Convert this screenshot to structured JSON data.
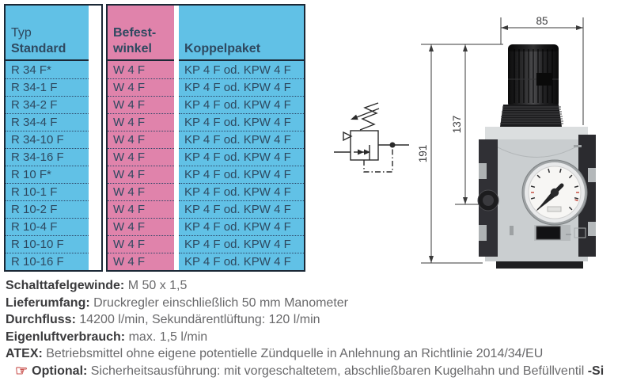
{
  "table": {
    "col1_header_line1": "Typ",
    "col1_header_line2": "Standard",
    "col2_header_line1": "Befest-",
    "col2_header_line2": "winkel",
    "col3_header": "Koppelpaket",
    "rows": [
      {
        "typ": "R 34 F*",
        "winkel": "W 4 F",
        "koppel": "KP 4 F od. KPW 4 F"
      },
      {
        "typ": "R 34-1 F",
        "winkel": "W 4 F",
        "koppel": "KP 4 F od. KPW 4 F"
      },
      {
        "typ": "R 34-2 F",
        "winkel": "W 4 F",
        "koppel": "KP 4 F od. KPW 4 F"
      },
      {
        "typ": "R 34-4 F",
        "winkel": "W 4 F",
        "koppel": "KP 4 F od. KPW 4 F"
      },
      {
        "typ": "R 34-10 F",
        "winkel": "W 4 F",
        "koppel": "KP 4 F od. KPW 4 F"
      },
      {
        "typ": "R 34-16 F",
        "winkel": "W 4 F",
        "koppel": "KP 4 F od. KPW 4 F"
      },
      {
        "typ": "R 10 F*",
        "winkel": "W 4 F",
        "koppel": "KP 4 F od. KPW 4 F"
      },
      {
        "typ": "R 10-1 F",
        "winkel": "W 4 F",
        "koppel": "KP 4 F od. KPW 4 F"
      },
      {
        "typ": "R 10-2 F",
        "winkel": "W 4 F",
        "koppel": "KP 4 F od. KPW 4 F"
      },
      {
        "typ": "R 10-4 F",
        "winkel": "W 4 F",
        "koppel": "KP 4 F od. KPW 4 F"
      },
      {
        "typ": "R 10-10 F",
        "winkel": "W 4 F",
        "koppel": "KP 4 F od. KPW 4 F"
      },
      {
        "typ": "R 10-16 F",
        "winkel": "W 4 F",
        "koppel": "KP 4 F od. KPW 4 F"
      }
    ]
  },
  "specs": [
    {
      "label": "Schalttafelgewinde:",
      "value": "M 50 x 1,5"
    },
    {
      "label": "Lieferumfang:",
      "value": "Druckregler einschließlich 50 mm Manometer"
    },
    {
      "label": "Durchfluss:",
      "value": "14200 l/min, Sekundärentlüftung: 120 l/min"
    },
    {
      "label": "Eigenluftverbrauch:",
      "value": "max. 1,5 l/min"
    },
    {
      "label": "ATEX:",
      "value": "Betriebsmittel ohne eigene potentielle Zündquelle in Anlehnung an Richtlinie 2014/34/EU"
    },
    {
      "hand": true,
      "label": "Optional:",
      "value": "Sicherheitsausführung: mit vorgeschaltetem, abschließbaren Kugelhahn und Befüllventil",
      "bold_suffix": "-Si"
    }
  ],
  "drawing": {
    "dim_width": "85",
    "dim_mid": "137",
    "dim_total": "191"
  },
  "icons": {
    "pointing_hand_glyph": "☞",
    "pneumatic_symbol": "pressure-regulator-symbol"
  },
  "colors": {
    "table_blue": "#61c1e6",
    "table_pink": "#e083ab",
    "table_border": "#1b2836",
    "table_text": "#2e4960",
    "label_text": "#3b3b3d",
    "value_text": "#69696b",
    "hand_red": "#c9524e"
  }
}
